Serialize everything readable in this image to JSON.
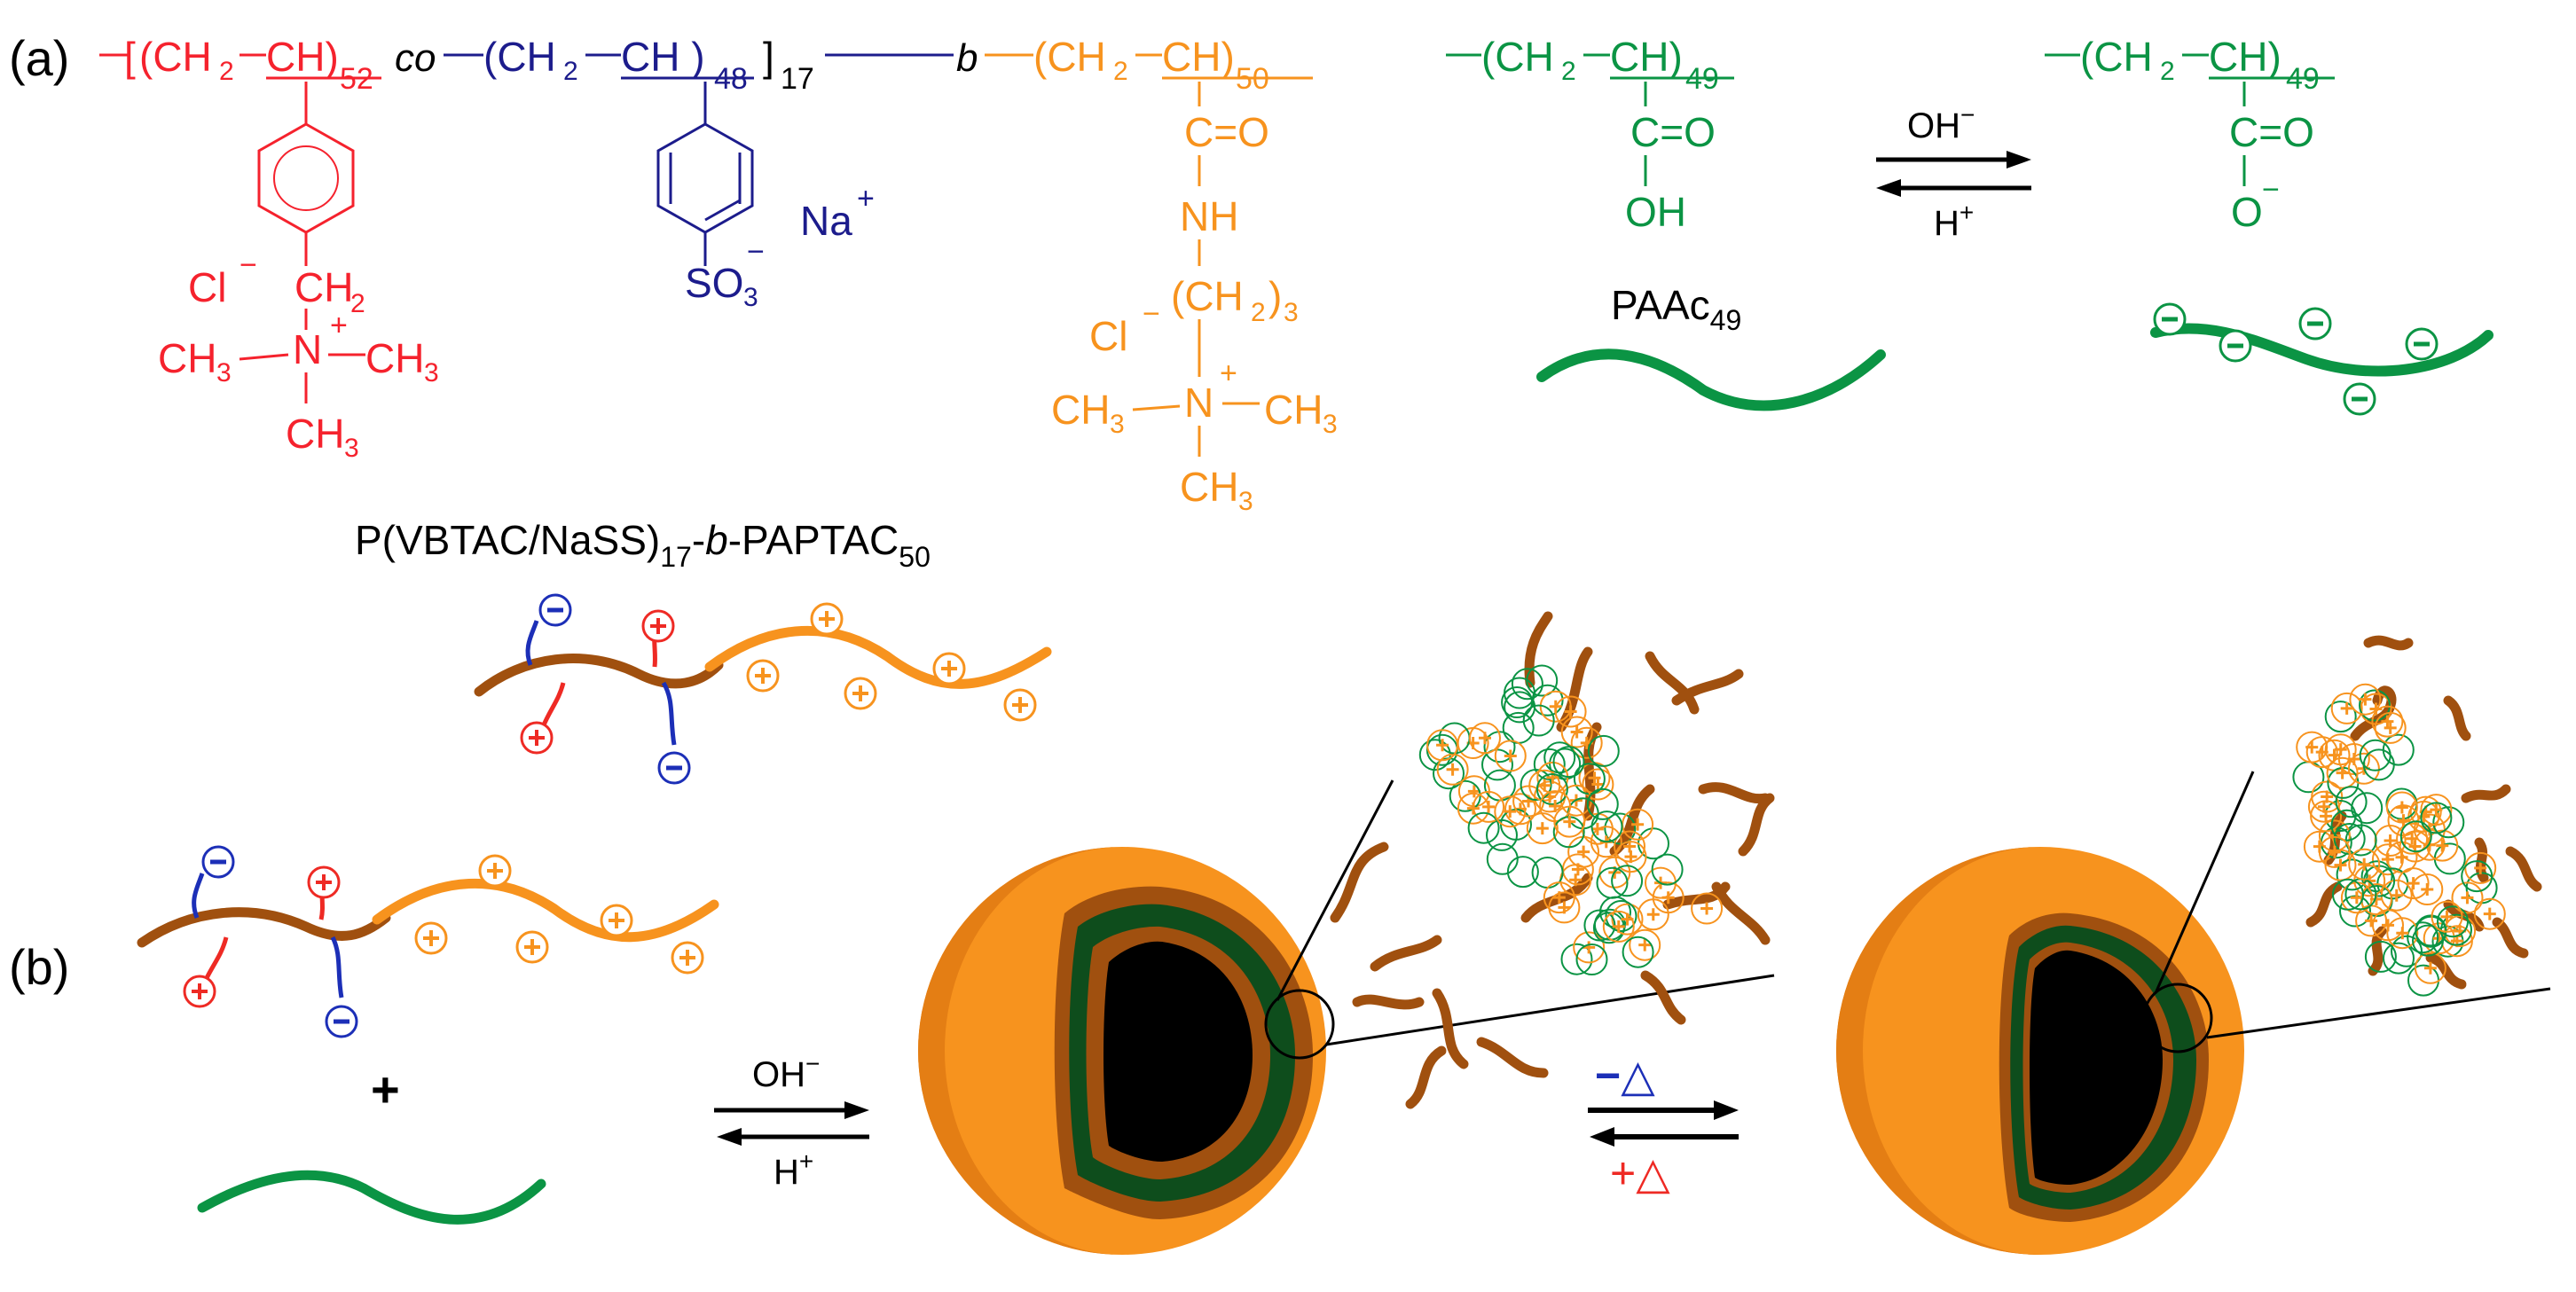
{
  "colors": {
    "red": "#f5222d",
    "navy": "#1c1c8c",
    "orange": "#f7931e",
    "green": "#0b9444",
    "brown": "#a0500f",
    "blue_sign": "#1c2fb7",
    "red_sign": "#ee2a24",
    "dark_green": "#0e4d1c",
    "black": "#000000"
  },
  "part_labels": {
    "a": "(a)",
    "b": "(b)"
  },
  "polymer1": {
    "bracket_open": "[",
    "bracket_close": "]",
    "repeat_unit": "(CH",
    "ch_text": "CH)",
    "block_a_count": "52",
    "co": "co",
    "ss_unit": "(CH",
    "ss_ch": "CH )",
    "block_b_count": "48",
    "overall_count": "17",
    "b": "b",
    "ap_unit": "(CH",
    "ap_ch": "CH)",
    "block_c_count": "50",
    "two": "2",
    "vbtac_cl": "Cl",
    "vbtac_ch2": "CH",
    "vbtac_n": "N",
    "vbtac_ch3_left": "CH",
    "vbtac_ch3_right": "CH",
    "vbtac_ch3_bottom": "CH",
    "three": "3",
    "ss_so": "SO",
    "ss_na": "Na",
    "plus": "+",
    "minus": "−",
    "ap_co": "C=O",
    "ap_nh": "NH",
    "ap_ch2_3": "(CH",
    "ap_cl": "Cl",
    "ap_n": "N",
    "ap_ch3_left": "CH",
    "ap_ch3_right": "CH",
    "ap_ch3_bottom": "CH",
    "label_main": "P(VBTAC/NaSS)",
    "label_sub1": "17",
    "label_dash": "-",
    "label_b": "b",
    "label_tail": "-PAPTAC",
    "label_sub2": "50"
  },
  "paac": {
    "unit": "(CH",
    "ch": "CH)",
    "count": "49",
    "two": "2",
    "c_double_o": "C=O",
    "oh": "OH",
    "o_minus": "O",
    "minus": "−",
    "label_main": "PAAc",
    "label_sub": "49"
  },
  "arrows": {
    "oh_minus": "OH",
    "h_plus": "H",
    "minus_sup": "−",
    "plus_sup": "+",
    "minus_delta": "−△",
    "plus_delta": "+△"
  },
  "signs": {
    "plus": "+",
    "minus": "−"
  },
  "plus_between": "+"
}
